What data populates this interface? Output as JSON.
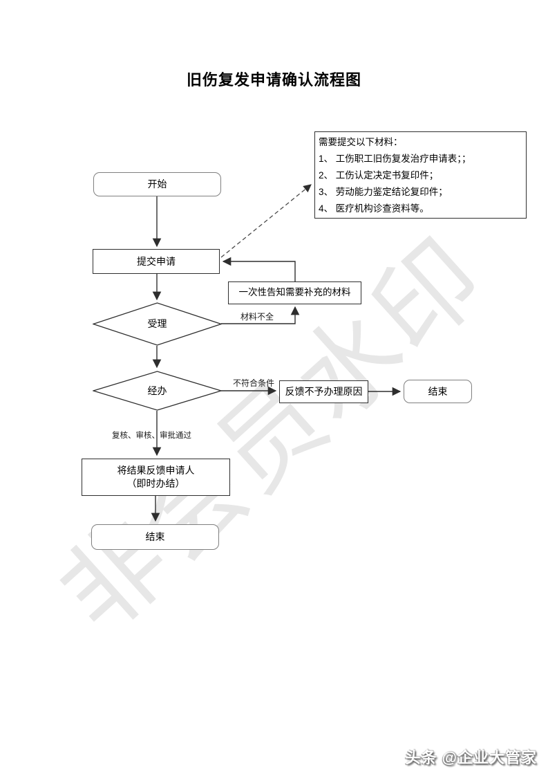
{
  "page": {
    "title": "旧伤复发申请确认流程图",
    "watermark": "非会员水印",
    "credit": "头条 @企业大管家"
  },
  "materials_note": {
    "lines": [
      "需要提交以下材料：",
      "1、 工伤职工旧伤复发治疗申请表；；",
      "2、 工伤认定决定书复印件；",
      "3、 劳动能力鉴定结论复印件；",
      "4、 医疗机构诊查资料等。"
    ]
  },
  "nodes": {
    "start": "开始",
    "submit": "提交申请",
    "accept": "受理",
    "notify_supplement": "一次性告知需要补充的材料",
    "process": "经办",
    "reject_reason": "反馈不予办理原因",
    "end_right": "结束",
    "result_line1": "将结果反馈申请人",
    "result_line2": "（即时办结）",
    "end_bottom": "结束"
  },
  "edge_labels": {
    "incomplete": "材料不全",
    "not_eligible": "不符合条件",
    "approved": "复核、审核、审批通过"
  }
}
